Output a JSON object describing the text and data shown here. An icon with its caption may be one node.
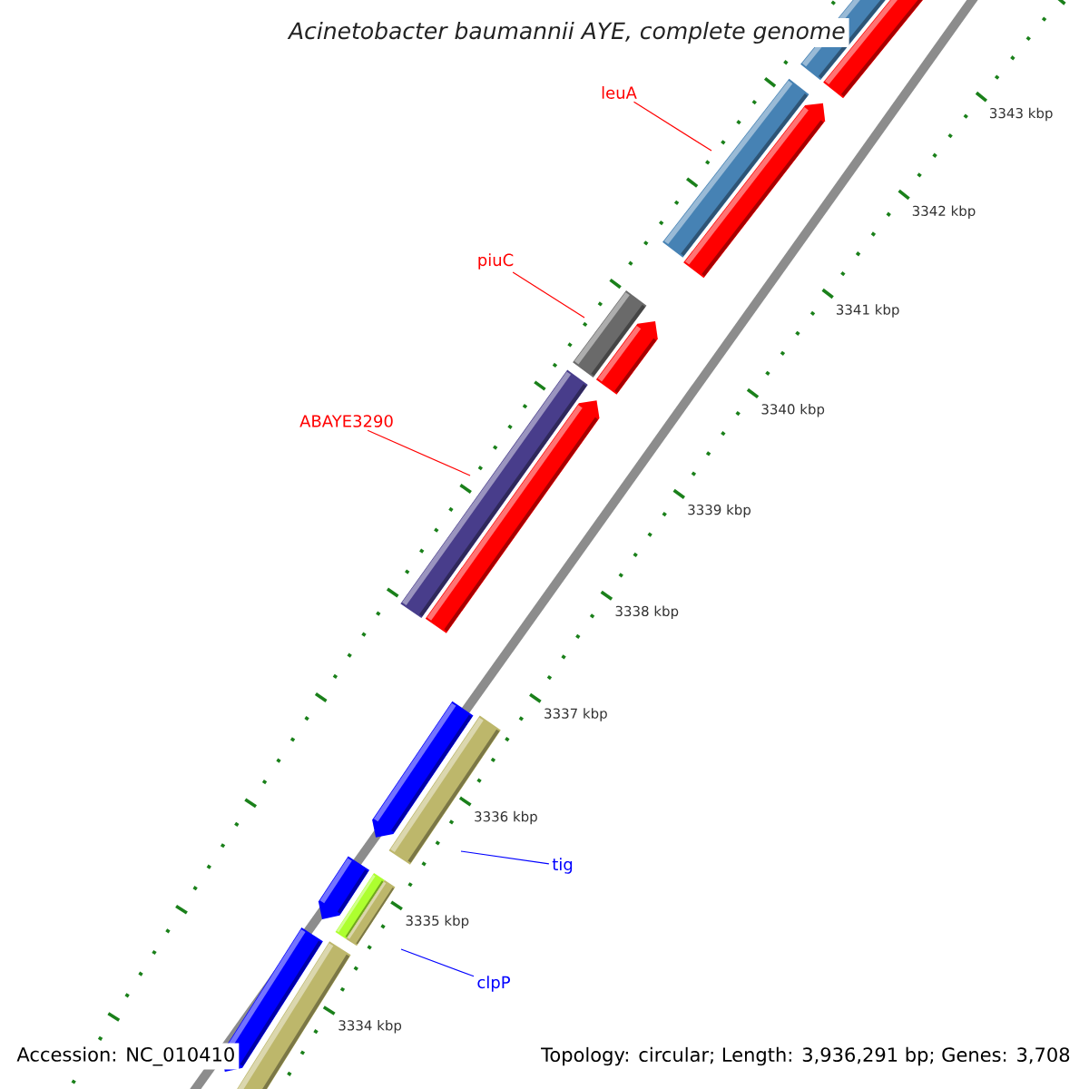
{
  "diagram": {
    "title": "Acinetobacter baumannii AYE, complete genome",
    "nodes": [
      {
        "text": [
          "leuA"
        ]
      },
      {
        "text": [
          "piuC"
        ]
      },
      {
        "text": [
          "ABAYE3290"
        ]
      },
      {
        "text": [
          "tig"
        ]
      },
      {
        "text": [
          "clpP"
        ]
      }
    ],
    "edges": [
      {
        "from": 0,
        "to": null,
        "arrow": "none"
      },
      {
        "from": 1,
        "to": null,
        "arrow": "none"
      },
      {
        "from": 2,
        "to": null,
        "arrow": "none"
      },
      {
        "from": 3,
        "to": null,
        "arrow": "none",
        "color": "#0000ff"
      },
      {
        "from": 4,
        "to": null,
        "arrow": "none",
        "color": "#0000ff"
      }
    ],
    "labels": [
      "3343 kbp",
      "3342 kbp",
      "3341 kbp",
      "3340 kbp",
      "3339 kbp",
      "3338 kbp",
      "3337 kbp",
      "3336 kbp",
      "3335 kbp",
      "3334 kbp",
      "Accession: NC_010410",
      "Topology: circular; Length: 3,936,291 bp; Genes: 3,708"
    ]
  }
}
